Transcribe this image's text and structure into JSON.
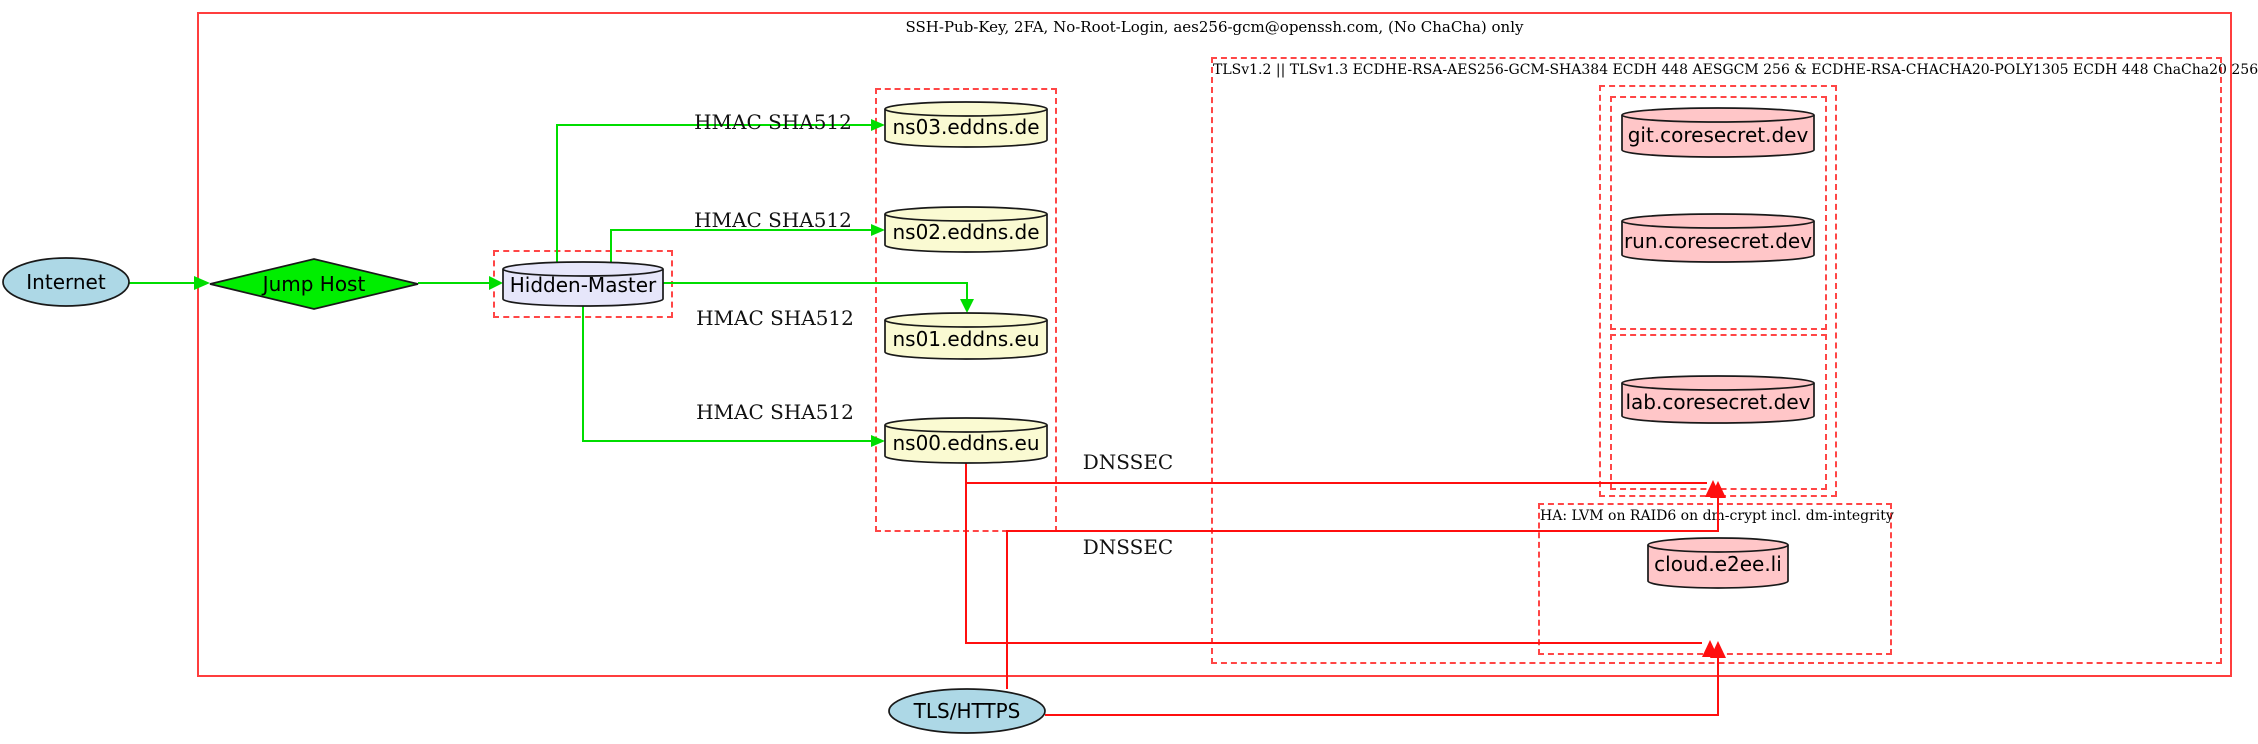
{
  "clusters": {
    "ssh": {
      "title": "SSH-Pub-Key, 2FA, No-Root-Login, aes256-gcm@openssh.com, (No ChaCha) only"
    },
    "tls": {
      "title": "TLSv1.2 || TLSv1.3 ECDHE-RSA-AES256-GCM-SHA384 ECDH 448 AESGCM 256 & ECDHE-RSA-CHACHA20-POLY1305 ECDH 448 ChaCha20 256"
    },
    "ha": {
      "title": "HA: LVM on RAID6 on dm-crypt incl. dm-integrity"
    }
  },
  "nodes": {
    "internet": {
      "label": "Internet"
    },
    "jump_host": {
      "label": "Jump Host"
    },
    "hidden_master": {
      "label": "Hidden-Master"
    },
    "ns03": {
      "label": "ns03.eddns.de"
    },
    "ns02": {
      "label": "ns02.eddns.de"
    },
    "ns01": {
      "label": "ns01.eddns.eu"
    },
    "ns00": {
      "label": "ns00.eddns.eu"
    },
    "git": {
      "label": "git.coresecret.dev"
    },
    "run": {
      "label": "run.coresecret.dev"
    },
    "lab": {
      "label": "lab.coresecret.dev"
    },
    "cloud": {
      "label": "cloud.e2ee.li"
    },
    "tls_https": {
      "label": "TLS/HTTPS"
    }
  },
  "edge_labels": {
    "hmac": "HMAC SHA512",
    "dnssec": "DNSSEC"
  },
  "colors": {
    "cluster_border_solid": "#ff3e3e",
    "cluster_border_dashed": "#ff4646",
    "edge_red": "#ff0f0f",
    "edge_green": "#00dd00",
    "fill_jump_host": "#00ee00",
    "fill_endpoints": "#add8e6",
    "fill_master": "#e6e6fa",
    "fill_nameservers": "#fafad2",
    "fill_services": "#ffc6c8",
    "node_stroke": "#191919"
  }
}
